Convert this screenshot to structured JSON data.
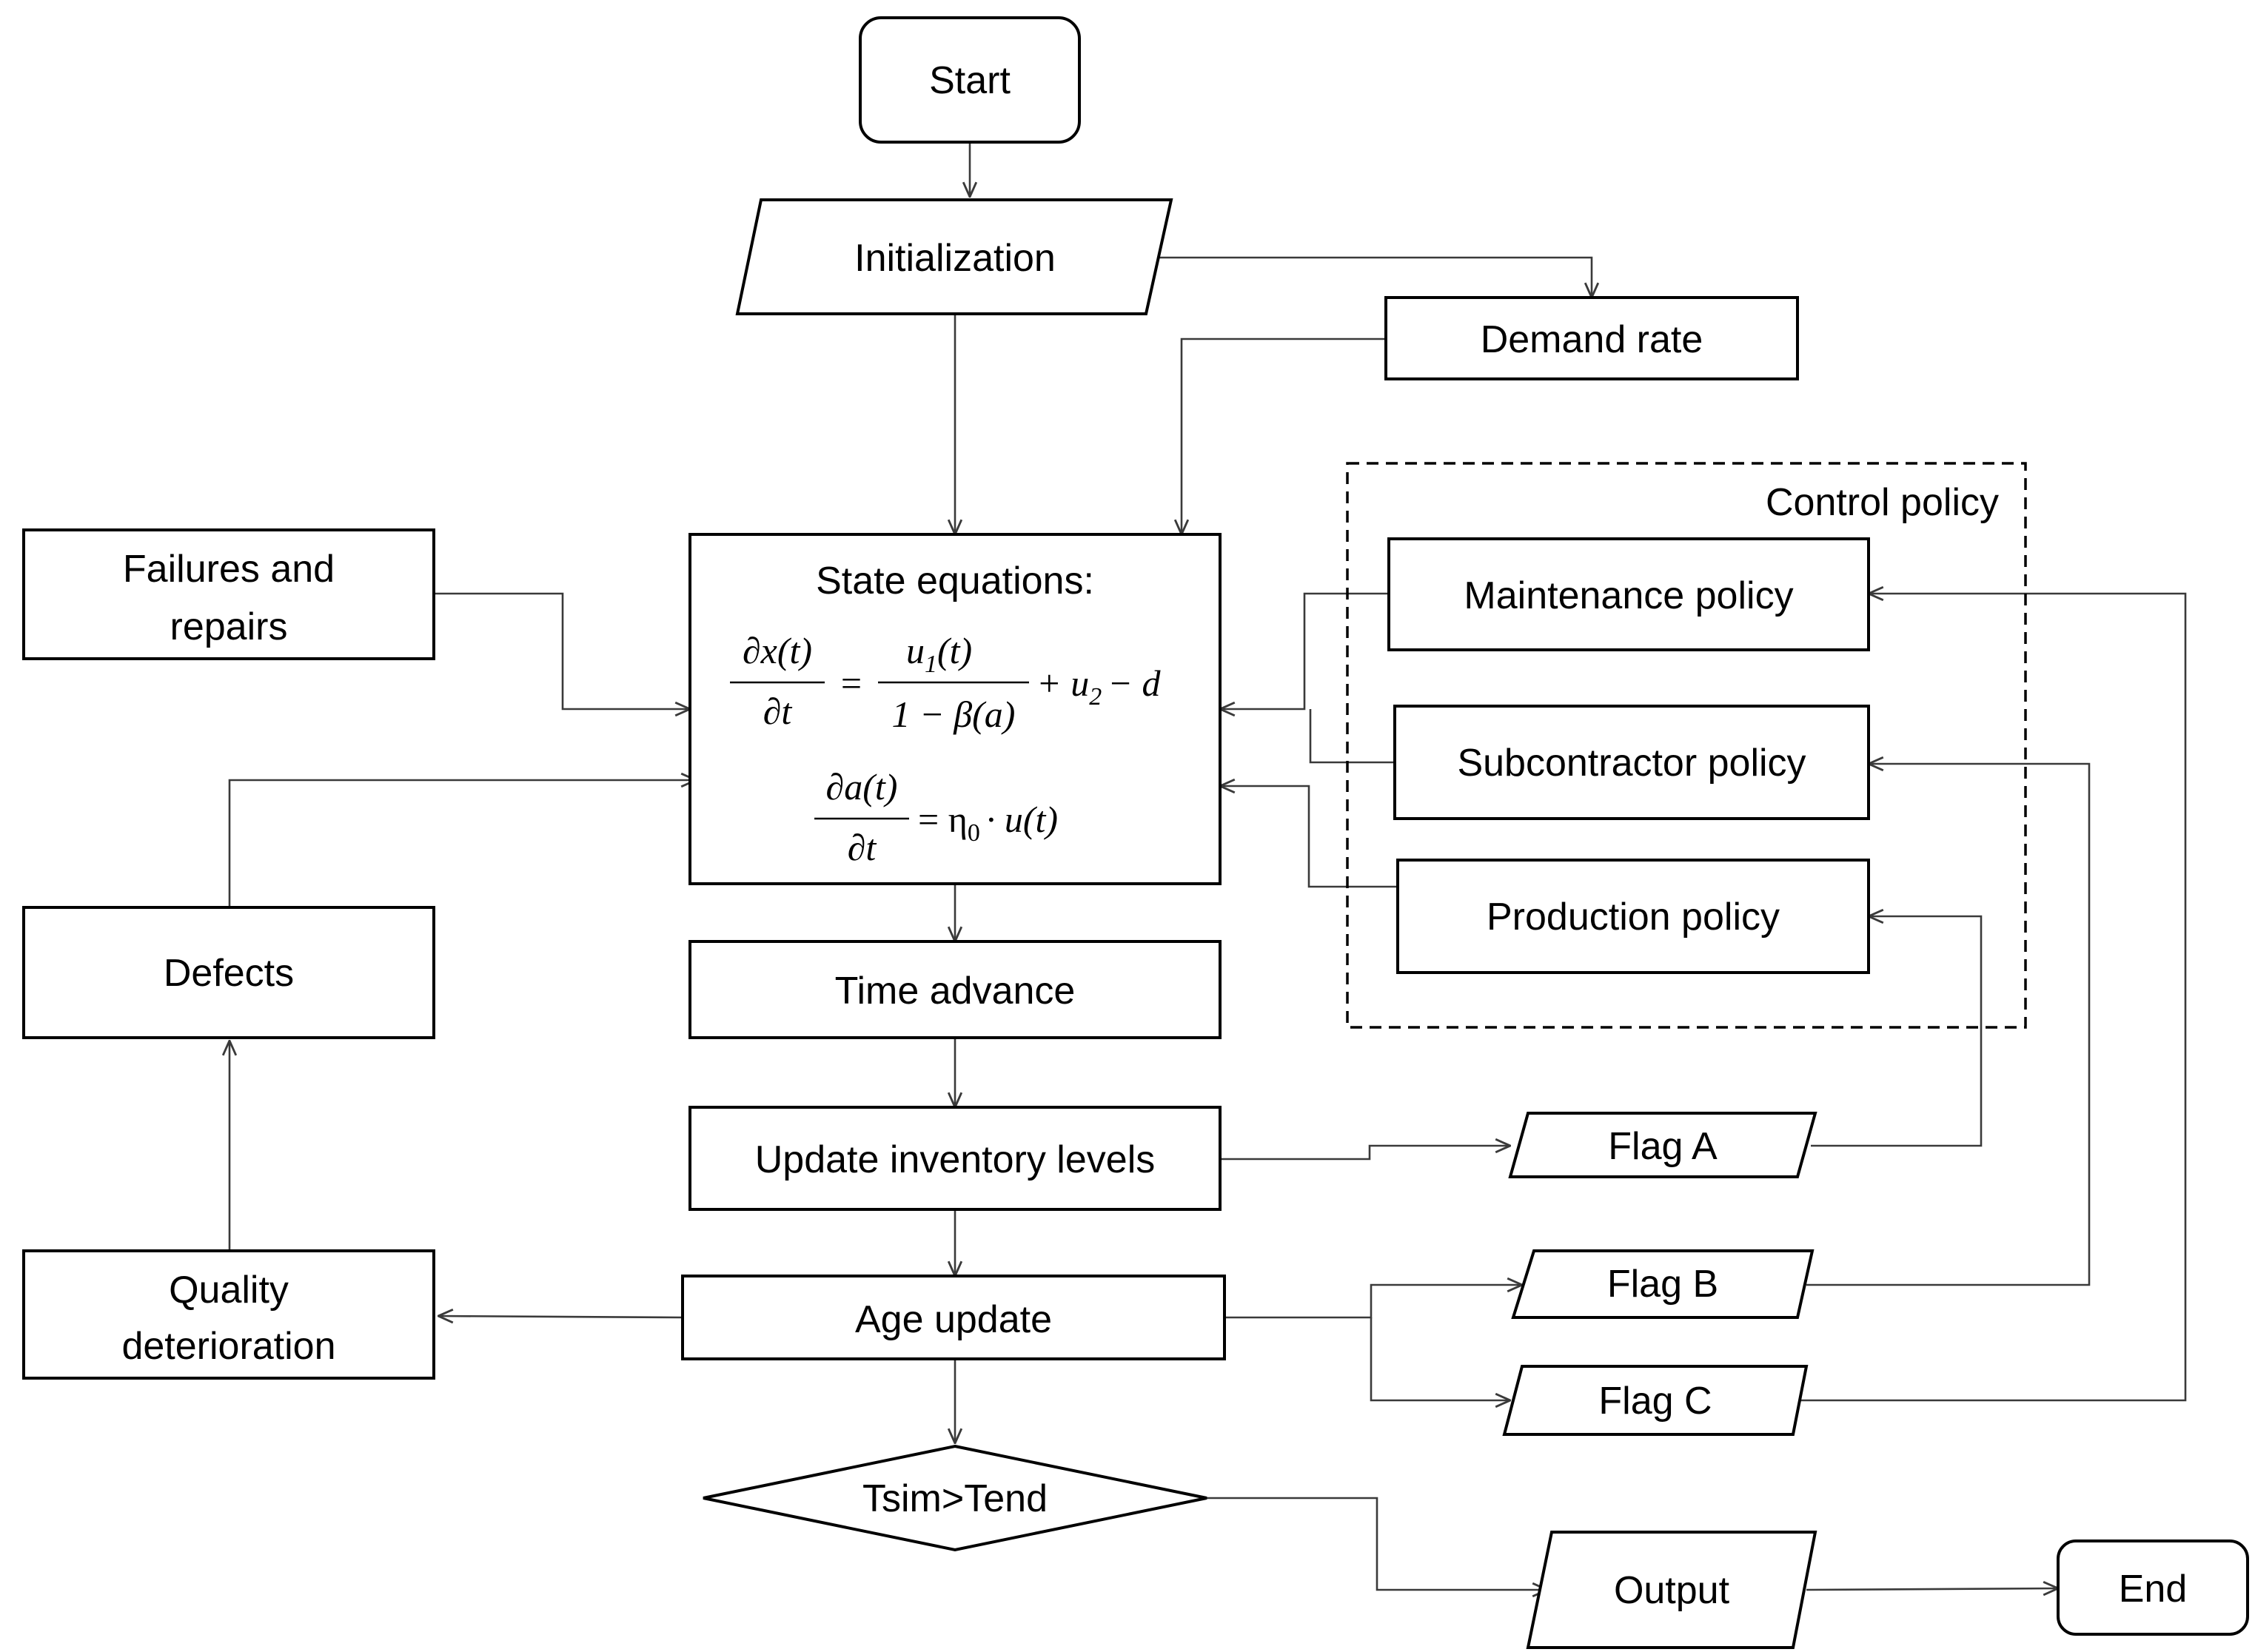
{
  "nodes": {
    "start": "Start",
    "initialization": "Initialization",
    "demand_rate": "Demand rate",
    "control_policy": "Control policy",
    "failures_line1": "Failures and",
    "failures_line2": "repairs",
    "state_equations_title": "State equations:",
    "maintenance_policy": "Maintenance policy",
    "subcontractor_policy": "Subcontractor policy",
    "production_policy": "Production policy",
    "defects": "Defects",
    "time_advance": "Time advance",
    "update_inventory": "Update inventory levels",
    "flag_a": "Flag A",
    "flag_b": "Flag B",
    "flag_c": "Flag C",
    "quality_line1": "Quality",
    "quality_line2": "deterioration",
    "age_update": "Age update",
    "decision": "Tsim>Tend",
    "output": "Output",
    "end": "End"
  },
  "equations": {
    "eq1_left_num": "∂x(t)",
    "eq1_left_den": "∂t",
    "eq1_equals": "=",
    "eq1_frac_num": "u",
    "eq1_frac_num_sub": "1",
    "eq1_frac_num_arg": "(t)",
    "eq1_frac_den": "1 − β(a)",
    "eq1_plus": "+ u",
    "eq1_plus_sub": "2",
    "eq1_tail": "− d",
    "eq2_left_num": "∂a(t)",
    "eq2_left_den": "∂t",
    "eq2_equals": "= η",
    "eq2_sub": "0",
    "eq2_tail": "· u(t)"
  },
  "colors": {
    "stroke": "#000000",
    "connector": "#3a3a3a",
    "background": "#ffffff"
  }
}
